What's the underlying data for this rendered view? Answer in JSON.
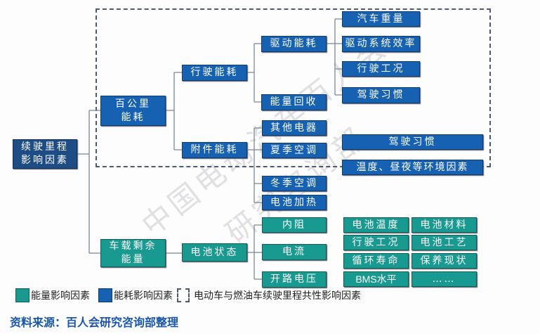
{
  "root": "续驶里程\n影响因素",
  "level1": {
    "energy_per_100km": "百公里\n能耗",
    "remaining_energy": "车载剩余\n能量"
  },
  "level2": {
    "driving_consumption": "行驶能耗",
    "accessory_consumption": "附件能耗",
    "battery_state": "电池状态"
  },
  "level3": {
    "drive_consumption": "驱动能耗",
    "energy_recovery": "能量回收",
    "other_appliances": "其他电器",
    "summer_ac": "夏季空调",
    "winter_ac": "冬季空调",
    "battery_heating": "电池加热",
    "internal_resistance": "内阻",
    "current": "电流",
    "open_circuit_voltage": "开路电压"
  },
  "level4": [
    "汽车重量",
    "驱动系统效率",
    "行驶工况",
    "驾驶习惯"
  ],
  "common_factors": [
    "驾驶习惯",
    "温度、昼夜等环境因素"
  ],
  "battery_factors": [
    "电池温度",
    "电池材料",
    "行驶工况",
    "电池工艺",
    "循环寿命",
    "保养现状",
    "BMS水平",
    "……"
  ],
  "legend": {
    "energy": "能量影响因素",
    "consumption": "能耗影响因素",
    "common": "电动车与燃油车续驶里程共性影响因素"
  },
  "source": "资料来源：百人会研究咨询部整理",
  "watermark": "中国电动汽车百人会研究咨询部",
  "colors": {
    "blue": "#1661b1",
    "navy": "#1e4d86",
    "teal": "#199a90",
    "source": "#1a56a8"
  }
}
